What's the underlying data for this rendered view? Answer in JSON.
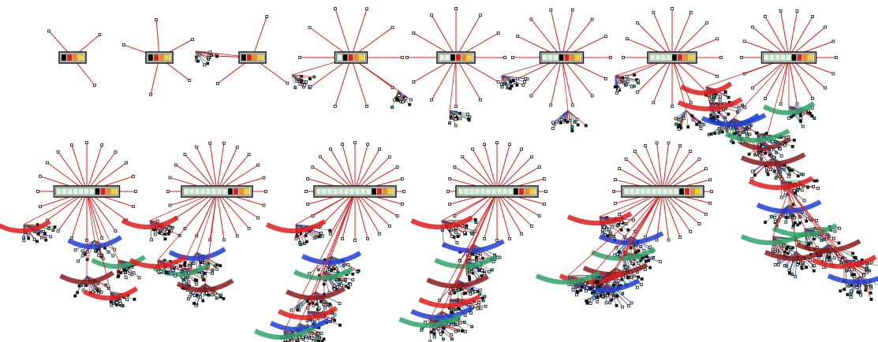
{
  "colors": {
    "background": "#ffffff",
    "edge_primary": "#e21b1b",
    "edge_secondary": "#1f3fd6",
    "edge_tertiary": "#2fa36b",
    "edge_dark": "#8b1a1a",
    "node": "#111111",
    "node_highlight": "#2ec4b6",
    "hub_border": "#111111",
    "cell_empty": "#dff6e2",
    "cell_black": "#000000",
    "cell_red": "#e21b1b",
    "cell_orange": "#f28b1c",
    "cell_yellow": "#f6d32b"
  },
  "panels": [
    {
      "id": "step-1",
      "spokes": 3,
      "empty_cells": 0,
      "clusters": 0
    },
    {
      "id": "step-2",
      "spokes": 5,
      "empty_cells": 0,
      "clusters": 0
    },
    {
      "id": "step-3",
      "spokes": 4,
      "empty_cells": 0,
      "clusters": 1
    },
    {
      "id": "step-4",
      "spokes": 10,
      "empty_cells": 1,
      "clusters": 2
    },
    {
      "id": "step-5",
      "spokes": 12,
      "empty_cells": 2,
      "clusters": 1
    },
    {
      "id": "step-6",
      "spokes": 14,
      "empty_cells": 3,
      "clusters": 2
    },
    {
      "id": "step-7",
      "spokes": 16,
      "empty_cells": 4,
      "clusters": 2
    },
    {
      "id": "step-8",
      "spokes": 18,
      "empty_cells": 5,
      "clusters": 4
    },
    {
      "id": "step-9",
      "spokes": 20,
      "empty_cells": 7,
      "clusters": 5
    },
    {
      "id": "step-10",
      "spokes": 22,
      "empty_cells": 8,
      "clusters": 5
    },
    {
      "id": "step-11",
      "spokes": 24,
      "empty_cells": 10,
      "clusters": 7
    },
    {
      "id": "step-12",
      "spokes": 24,
      "empty_cells": 10,
      "clusters": 7
    },
    {
      "id": "step-13",
      "spokes": 26,
      "empty_cells": 10,
      "clusters": 7
    },
    {
      "id": "step-14",
      "spokes": 0,
      "empty_cells": 0,
      "clusters": 12
    }
  ]
}
